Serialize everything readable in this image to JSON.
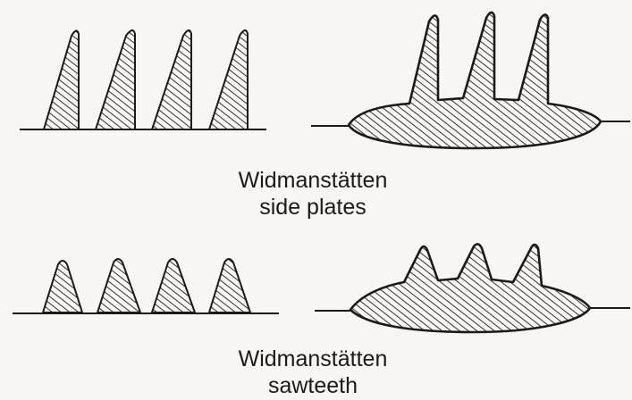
{
  "colors": {
    "ink": "#1a1a1a",
    "paper": "#f7f6f2"
  },
  "captions": {
    "side_plates": {
      "line1": "Widmanstätten",
      "line2": "side plates"
    },
    "sawteeth": {
      "line1": "Widmanstätten",
      "line2": "sawteeth"
    }
  }
}
